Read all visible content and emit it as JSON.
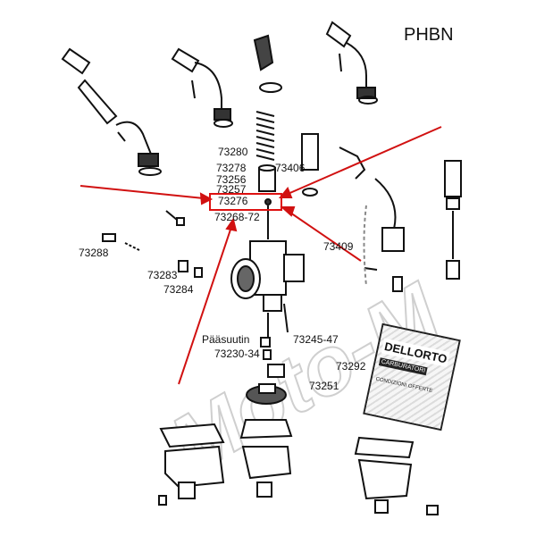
{
  "title": "PHBN",
  "watermark": "Moto-M",
  "labels": {
    "p73280": "73280",
    "p73278": "73278",
    "p73406": "73406",
    "p73256": "73256",
    "p73257": "73257",
    "p73276": "73276",
    "p73268": "73268-72",
    "p73409": "73409",
    "p73288": "73288",
    "p73283": "73283",
    "p73284": "73284",
    "paasuutin": "Pääsuutin",
    "p73245": "73245-47",
    "p73230": "73230-34",
    "p73292": "73292",
    "p73251": "73251"
  },
  "bag": {
    "brand": "DELLORTO",
    "line1": "CARBURATORI",
    "line2": "CONDIZIONI  OFFERTE"
  },
  "colors": {
    "highlight": "#d11111",
    "arrow": "#d11111",
    "ink": "#111111",
    "watermark": "#cfcfcf"
  }
}
